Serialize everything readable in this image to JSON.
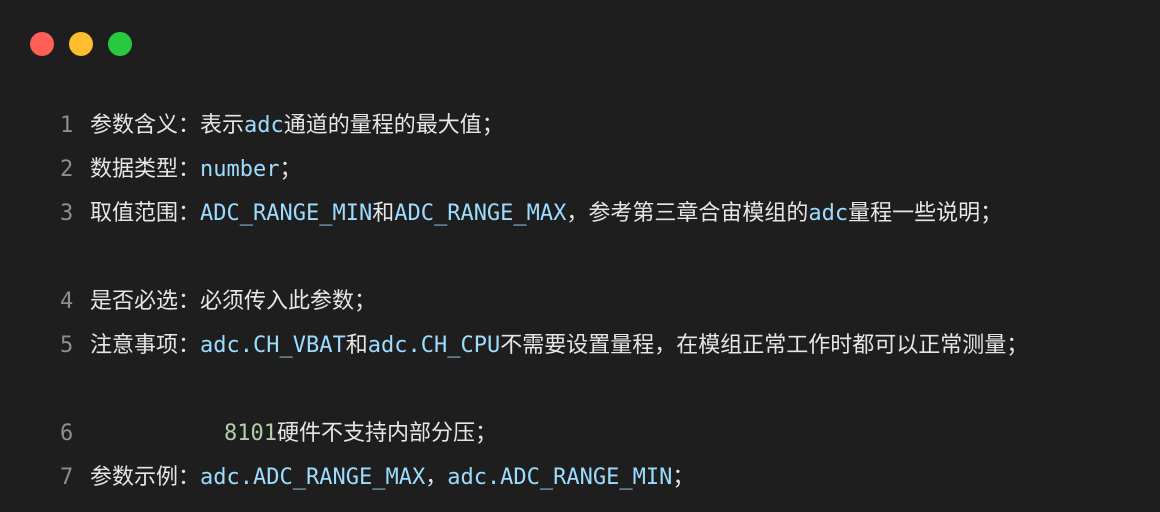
{
  "window": {
    "controls": [
      {
        "name": "close",
        "color": "#ff5f57"
      },
      {
        "name": "minimize",
        "color": "#febc2e"
      },
      {
        "name": "zoom",
        "color": "#28c840"
      }
    ]
  },
  "code": {
    "lines": [
      {
        "number": "1",
        "segments": [
          {
            "text": "参数含义：表示",
            "kind": "text"
          },
          {
            "text": "adc",
            "kind": "ident"
          },
          {
            "text": "通道的量程的最大值；",
            "kind": "text"
          }
        ]
      },
      {
        "number": "2",
        "segments": [
          {
            "text": "数据类型：",
            "kind": "text"
          },
          {
            "text": "number",
            "kind": "ident"
          },
          {
            "text": "；",
            "kind": "text"
          }
        ]
      },
      {
        "number": "3",
        "segments": [
          {
            "text": "取值范围：",
            "kind": "text"
          },
          {
            "text": "ADC_RANGE_MIN",
            "kind": "ident"
          },
          {
            "text": "和",
            "kind": "text"
          },
          {
            "text": "ADC_RANGE_MAX",
            "kind": "ident"
          },
          {
            "text": "，参考第三章合宙模组的",
            "kind": "text"
          },
          {
            "text": "adc",
            "kind": "ident"
          },
          {
            "text": "量程一些说明；",
            "kind": "text"
          }
        ]
      },
      {
        "number": "4",
        "segments": [
          {
            "text": "是否必选：必须传入此参数；",
            "kind": "text"
          }
        ]
      },
      {
        "number": "5",
        "segments": [
          {
            "text": "注意事项：",
            "kind": "text"
          },
          {
            "text": "adc.CH_VBAT",
            "kind": "ident"
          },
          {
            "text": "和",
            "kind": "text"
          },
          {
            "text": "adc.CH_CPU",
            "kind": "ident"
          },
          {
            "text": "不需要设置量程，在模组正常工作时都可以正常测量；",
            "kind": "text"
          }
        ]
      },
      {
        "number": "6",
        "segments": [
          {
            "text": "8101",
            "kind": "num"
          },
          {
            "text": "硬件不支持内部分压；",
            "kind": "text"
          }
        ]
      },
      {
        "number": "7",
        "segments": [
          {
            "text": "参数示例：",
            "kind": "text"
          },
          {
            "text": "adc.ADC_RANGE_MAX",
            "kind": "ident"
          },
          {
            "text": "，",
            "kind": "text"
          },
          {
            "text": "adc.ADC_RANGE_MIN",
            "kind": "ident"
          },
          {
            "text": "；",
            "kind": "text"
          }
        ]
      }
    ]
  }
}
